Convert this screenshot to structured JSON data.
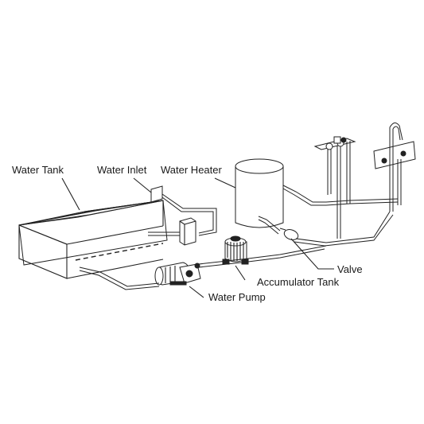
{
  "labels": {
    "water_tank": "Water Tank",
    "water_inlet": "Water Inlet",
    "water_heater": "Water Heater",
    "valve": "Valve",
    "accumulator_tank": "Accumulator Tank",
    "water_pump": "Water Pump"
  },
  "colors": {
    "line": "#222222",
    "background": "#ffffff"
  }
}
